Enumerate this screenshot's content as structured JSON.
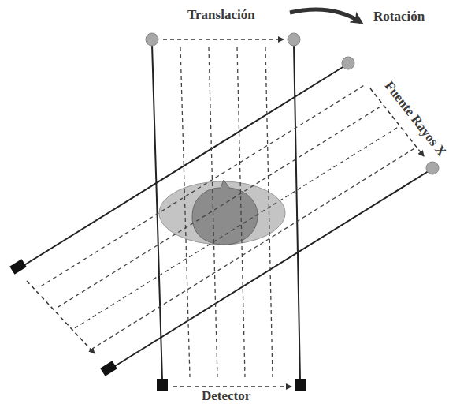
{
  "diagram": {
    "labels": [
      "Translación",
      "Rotación",
      "Fuente Rayos X",
      "Detector"
    ]
  }
}
